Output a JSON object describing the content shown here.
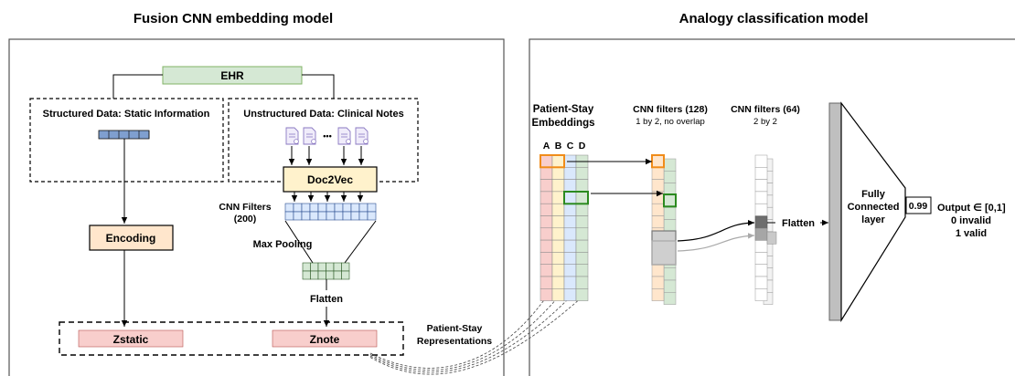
{
  "titles": {
    "left": "Fusion CNN embedding model",
    "right": "Analogy classification model"
  },
  "left_panel": {
    "ehr": "EHR",
    "structured": "Structured Data: Static Information",
    "unstructured": "Unstructured Data: Clinical Notes",
    "note_dots": "•••",
    "doc2vec": "Doc2Vec",
    "cnn_filters_line1": "CNN Filters",
    "cnn_filters_line2": "(200)",
    "max_pooling": "Max Pooling",
    "encoding": "Encoding",
    "flatten": "Flatten",
    "zstatic": "Zstatic",
    "znote": "Znote"
  },
  "bridge": {
    "patient_stay_line1": "Patient-Stay",
    "patient_stay_line2": "Representations"
  },
  "right_panel": {
    "embeddings_line1": "Patient-Stay",
    "embeddings_line2": "Embeddings",
    "columns": [
      "A",
      "B",
      "C",
      "D"
    ],
    "cnn128_title": "CNN filters (128)",
    "cnn128_sub": "1 by 2, no overlap",
    "cnn64_title": "CNN filters (64)",
    "cnn64_sub": "2 by 2",
    "flatten": "Flatten",
    "fc_line1": "Fully",
    "fc_line2": "Connected",
    "fc_line3": "layer",
    "output_value": "0.99",
    "output_label": "Output ∈ [0,1]",
    "output_invalid": "0 invalid",
    "output_valid": "1 valid"
  },
  "colors": {
    "ehr_fill": "#d5e8d4",
    "box_fill": "#ffe6cc",
    "doc2vec_fill": "#fff2cc",
    "z_fill": "#f8cecc",
    "cnn_fill": "#dae8fc",
    "pool_fill": "#d5e8d4",
    "emb_a": "#f8cecc",
    "emb_b": "#fff2cc",
    "emb_c": "#dae8fc",
    "emb_d": "#d5e8d4",
    "orange": "#f08c1a",
    "green": "#2b8a1f",
    "dark_gray": "#7a7a7a",
    "fc_fill": "#bfbfbf"
  }
}
